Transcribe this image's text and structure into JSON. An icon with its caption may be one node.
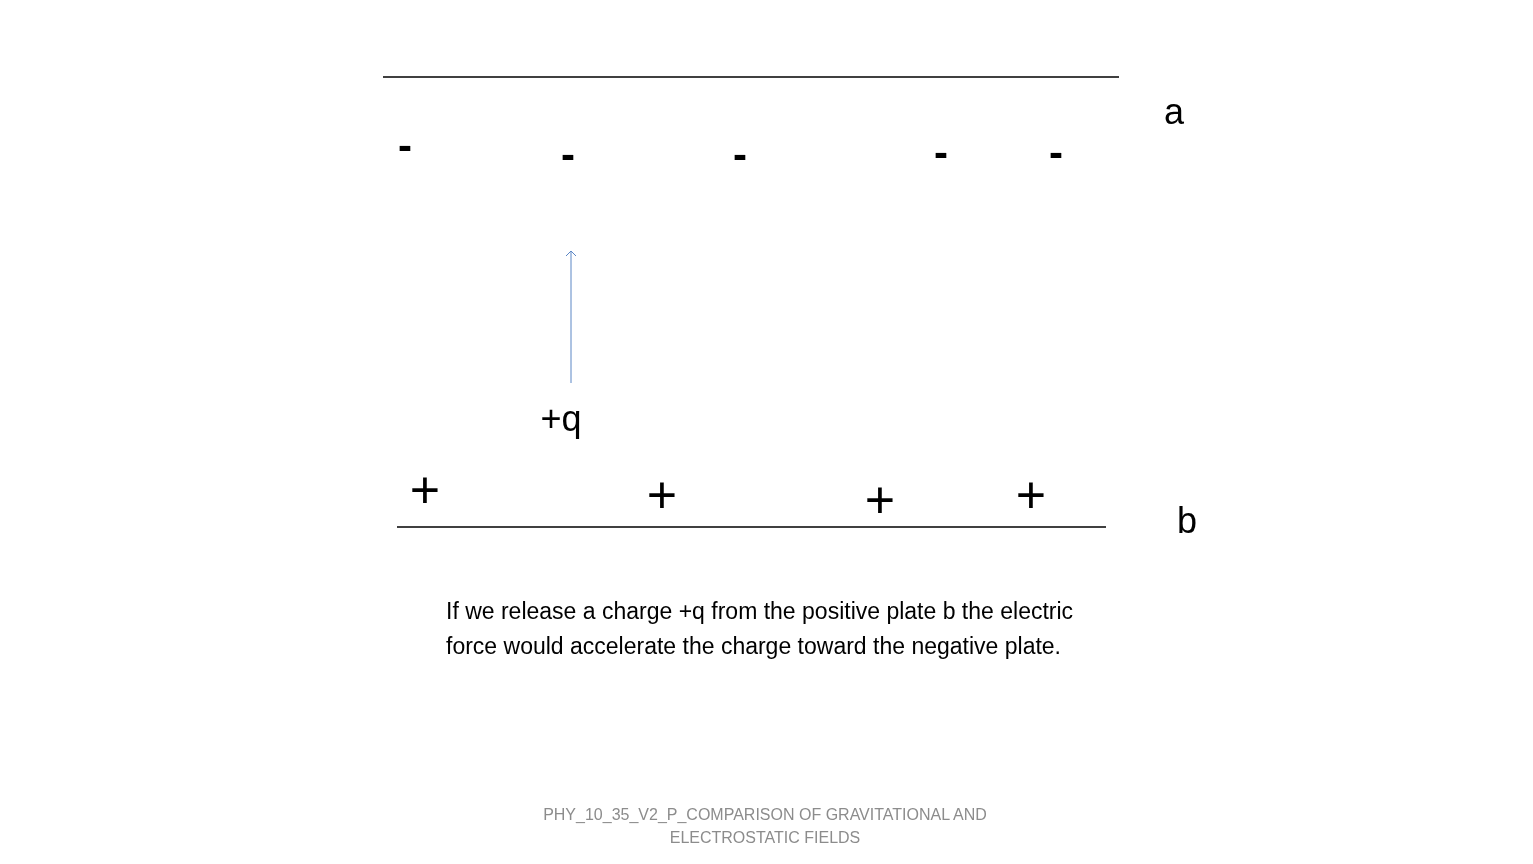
{
  "diagram": {
    "caption": "PHY_10_35_V2_P_COMPARISON OF GRAVITATIONAL AND ELECTROSTATIC FIELDS",
    "labels": [
      "a",
      "-",
      "-",
      "-",
      "-",
      "-",
      "+q",
      "+",
      "+",
      "+",
      "+",
      "b",
      "If we release a charge +q from the positive plate b the electric force would accelerate the charge toward the negative plate."
    ]
  }
}
